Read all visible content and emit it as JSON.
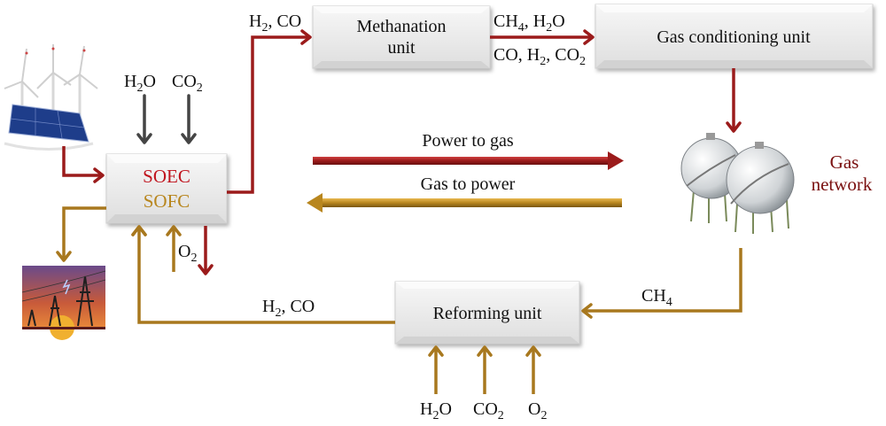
{
  "colors": {
    "power_to_gas": "#9b1b1b",
    "gas_to_power": "#a8781e",
    "neutral_arrow": "#444444",
    "soec_text": "#c0141e",
    "sofc_text": "#b8861e",
    "gas_network_text": "#7a1010",
    "box_fill": "#eeeeee"
  },
  "units": {
    "soec_sofc": {
      "line1": "SOEC",
      "line2": "SOFC"
    },
    "methanation": {
      "line1": "Methanation",
      "line2": "unit"
    },
    "gas_conditioning": {
      "label": "Gas conditioning unit"
    },
    "reforming": {
      "label": "Reforming unit"
    }
  },
  "nodes": {
    "renewables": {
      "icon": "wind-solar-icon"
    },
    "power_grid": {
      "icon": "power-grid-icon"
    },
    "gas_network": {
      "icon": "gas-storage-tanks-icon",
      "line1": "Gas",
      "line2": "network"
    }
  },
  "flows": {
    "soec_inputs": {
      "h2o": {
        "main": "H",
        "sub": "2",
        "tail": "O"
      },
      "co2": {
        "main": "CO",
        "sub": "2"
      }
    },
    "soec_to_methanation": {
      "a": "H",
      "sub": "2",
      "b": ", CO"
    },
    "methanation_out_top": {
      "a": "CH",
      "sub1": "4",
      "b": ", H",
      "sub2": "2",
      "c": "O"
    },
    "methanation_out_bottom": {
      "a": "CO, H",
      "sub1": "2",
      "b": ", CO",
      "sub2": "2"
    },
    "sofc_o2": {
      "main": "O",
      "sub": "2"
    },
    "reforming_to_sofc": {
      "a": "H",
      "sub": "2",
      "b": ", CO"
    },
    "network_to_reforming": {
      "main": "CH",
      "sub": "4"
    },
    "reforming_inputs": {
      "h2o": {
        "main": "H",
        "sub": "2",
        "tail": "O"
      },
      "co2": {
        "main": "CO",
        "sub": "2"
      },
      "o2": {
        "main": "O",
        "sub": "2"
      }
    }
  },
  "legend": {
    "power_to_gas": "Power to gas",
    "gas_to_power": "Gas to power"
  }
}
